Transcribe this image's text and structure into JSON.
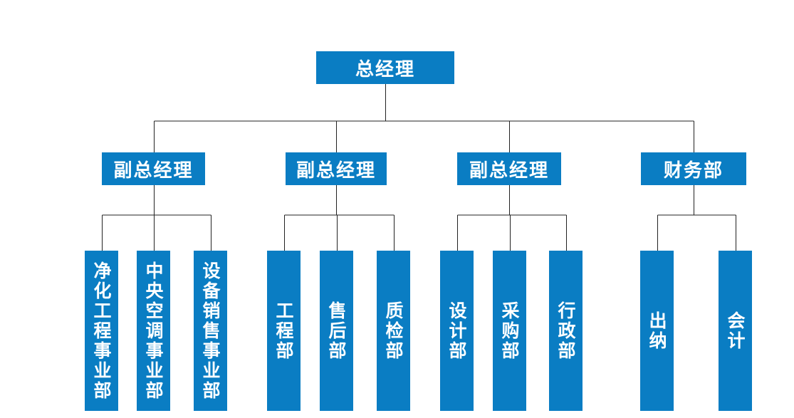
{
  "colors": {
    "box": "#0a7dc3",
    "text": "#ffffff",
    "line": "#222222"
  },
  "root": {
    "label": "总经理"
  },
  "managers": [
    {
      "label": "副总经理",
      "departments": [
        "净化工程事业部",
        "中央空调事业部",
        "设备销售事业部"
      ]
    },
    {
      "label": "副总经理",
      "departments": [
        "工程部",
        "售后部",
        "质检部"
      ]
    },
    {
      "label": "副总经理",
      "departments": [
        "设计部",
        "采购部",
        "行政部"
      ]
    },
    {
      "label": "财务部",
      "departments": [
        "出纳",
        "会计"
      ]
    }
  ]
}
